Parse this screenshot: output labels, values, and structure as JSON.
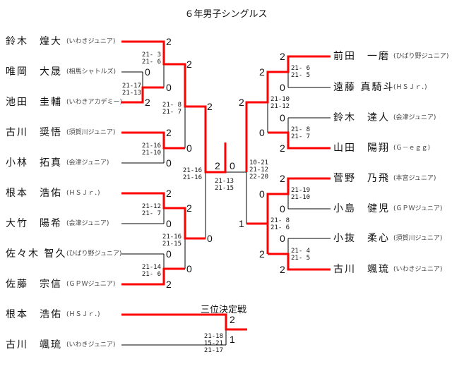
{
  "title": "６年男子シングルス",
  "left_players": [
    {
      "name": "鈴木　煌大",
      "club": "(いわきジュニア)"
    },
    {
      "name": "唯岡　大晟",
      "club": "(相馬シャトルズ)"
    },
    {
      "name": "池田　圭輔",
      "club": "(いわきアカデミー)"
    },
    {
      "name": "古川　奨悟",
      "club": "(須賀川ジュニア)"
    },
    {
      "name": "小林　拓真",
      "club": "(会津ジュニア)"
    },
    {
      "name": "根本　浩佑",
      "club": "(ＨＳＪｒ．)"
    },
    {
      "name": "大竹　陽希",
      "club": "(会津ジュニア)"
    },
    {
      "name": "佐々木 智久",
      "club": "(ひばり野ジュニア)"
    },
    {
      "name": "佐藤　宗信",
      "club": "(ＧＰＷジュニア)"
    }
  ],
  "right_players": [
    {
      "name": "前田　一磨",
      "club": "(ひばり野ジュニア)"
    },
    {
      "name": "遠藤 真騎斗",
      "club": "(ＨＳＪｒ．)"
    },
    {
      "name": "鈴木　達人",
      "club": "(会津ジュニア)"
    },
    {
      "name": "山田　陽翔",
      "club": "(Ｇ－ｅｇｇ)"
    },
    {
      "name": "菅野　乃飛",
      "club": "(本宮ジュニア)"
    },
    {
      "name": "小島　健児",
      "club": "(ＧＰＷジュニア)"
    },
    {
      "name": "小抜　柔心",
      "club": "(須賀川ジュニア)"
    },
    {
      "name": "古川　颯琉",
      "club": "(いわきジュニア)"
    }
  ],
  "matches": {
    "L1": {
      "sets": [
        "21-17",
        "21-13"
      ],
      "a": "0",
      "b": "2"
    },
    "L2": {
      "sets": [
        "21- 3",
        "21- 6"
      ],
      "a": "2",
      "b": "0"
    },
    "L3": {
      "sets": [
        "21-16",
        "21-10"
      ],
      "a": "2",
      "b": "0"
    },
    "L4": {
      "sets": [
        "21- 8",
        "21- 7"
      ],
      "a": "2",
      "b": "0"
    },
    "L5": {
      "sets": [
        "21-12",
        "21- 7"
      ],
      "a": "2",
      "b": "0"
    },
    "L6": {
      "sets": [
        "21-14",
        "21- 6"
      ],
      "a": "0",
      "b": "2"
    },
    "L7": {
      "sets": [
        "21-16",
        "21-15"
      ],
      "a": "2",
      "b": "0"
    },
    "L8": {
      "sets": [
        "21-16",
        "21-16"
      ],
      "a": "2",
      "b": "0"
    },
    "F": {
      "sets": [
        "21-13",
        "21-15"
      ],
      "a": "2",
      "b": "0"
    },
    "R1": {
      "sets": [
        "21- 6",
        "21- 5"
      ],
      "a": "2",
      "b": "0"
    },
    "R2": {
      "sets": [
        "21- 8",
        "21- 7"
      ],
      "a": "0",
      "b": "2"
    },
    "R3": {
      "sets": [
        "21-10",
        "21-12"
      ],
      "a": "2",
      "b": "0"
    },
    "R4": {
      "sets": [
        "21-19",
        "21-10"
      ],
      "a": "2",
      "b": "0"
    },
    "R5": {
      "sets": [
        "21- 4",
        "21- 5"
      ],
      "a": "0",
      "b": "2"
    },
    "R6": {
      "sets": [
        "21- 8",
        "21- 6"
      ],
      "a": "0",
      "b": "2"
    },
    "R7": {
      "sets": [
        "10-21",
        "21-12",
        "22-20"
      ],
      "a": "2",
      "b": "1"
    }
  },
  "third_place": {
    "title": "三位決定戦",
    "players": [
      {
        "name": "根本　浩佑",
        "club": "(ＨＳＪｒ．)"
      },
      {
        "name": "古川　颯琉",
        "club": "(いわきジュニア)"
      }
    ],
    "sets": [
      "21-18",
      "15-21",
      "21-17"
    ],
    "a": "2",
    "b": "1"
  },
  "colors": {
    "winner_line": "#ff0000",
    "line": "#000000"
  }
}
